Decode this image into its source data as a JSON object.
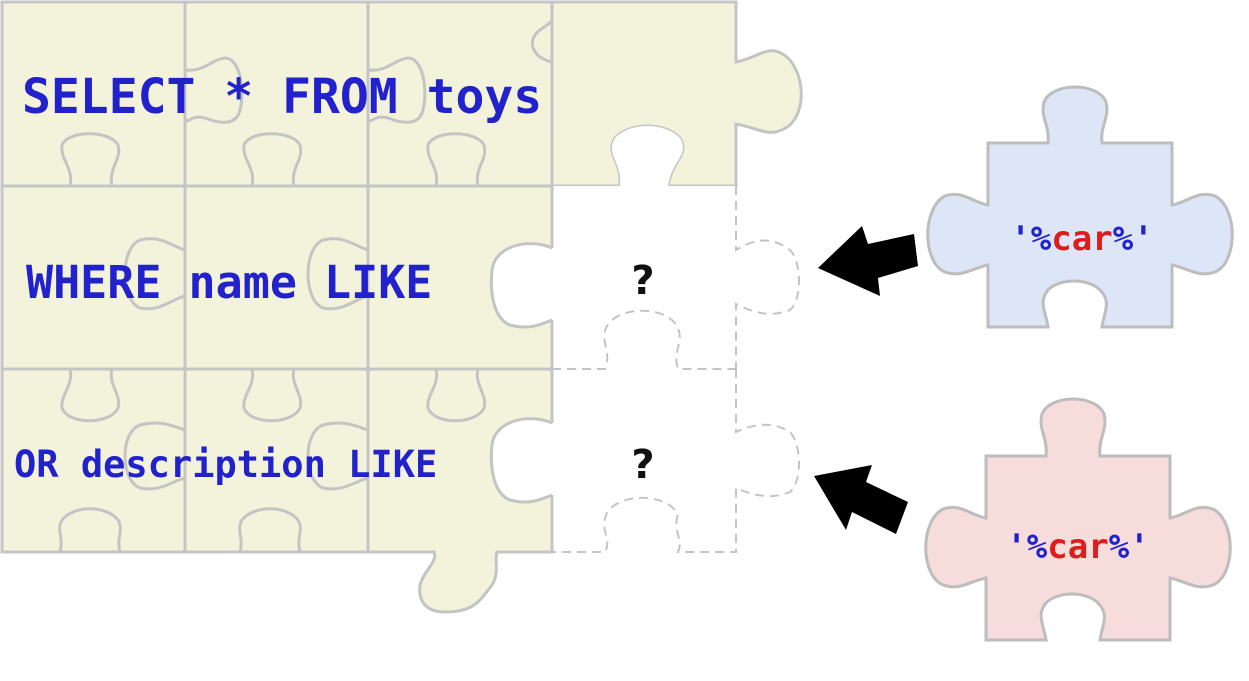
{
  "query_lines": {
    "line1": "SELECT * FROM toys",
    "line2": "WHERE name LIKE",
    "line3": "OR description LIKE"
  },
  "placeholders": {
    "slot1": "?",
    "slot2": "?"
  },
  "pieces": {
    "blue": {
      "prefix": "'%",
      "keyword": "car",
      "suffix": "%'"
    },
    "red": {
      "prefix": "'%",
      "keyword": "car",
      "suffix": "%'"
    }
  },
  "colors": {
    "board_fill": "#f3f3dc",
    "board_stroke": "#bdbdbd",
    "sql_text": "#2222cc",
    "keyword": "#dd1c1c",
    "blue_piece": "#dce6f7",
    "red_piece": "#f7dcdc",
    "arrow": "#000000"
  }
}
